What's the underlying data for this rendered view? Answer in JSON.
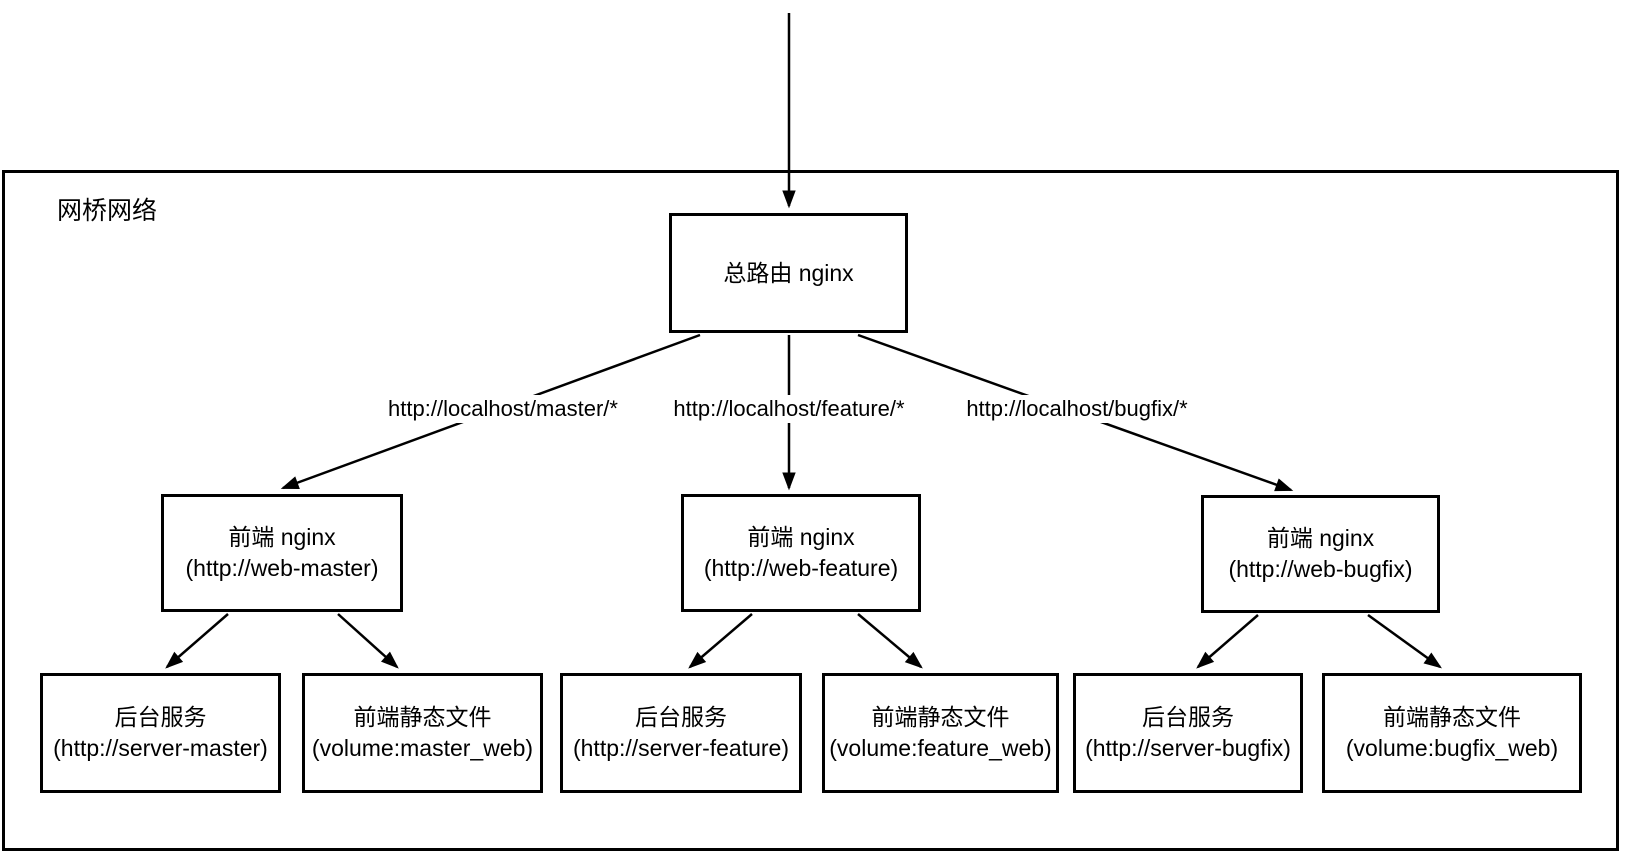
{
  "diagram": {
    "container_label": "网桥网络",
    "root": {
      "title": "总路由 nginx"
    },
    "edge_labels": {
      "master": "http://localhost/master/*",
      "feature": "http://localhost/feature/*",
      "bugfix": "http://localhost/bugfix/*"
    },
    "frontends": [
      {
        "title": "前端 nginx",
        "subtitle": "(http://web-master)"
      },
      {
        "title": "前端 nginx",
        "subtitle": "(http://web-feature)"
      },
      {
        "title": "前端 nginx",
        "subtitle": "(http://web-bugfix)"
      }
    ],
    "leaves": [
      {
        "title": "后台服务",
        "subtitle": "(http://server-master)"
      },
      {
        "title": "前端静态文件",
        "subtitle": "(volume:master_web)"
      },
      {
        "title": "后台服务",
        "subtitle": "(http://server-feature)"
      },
      {
        "title": "前端静态文件",
        "subtitle": "(volume:feature_web)"
      },
      {
        "title": "后台服务",
        "subtitle": "(http://server-bugfix)"
      },
      {
        "title": "前端静态文件",
        "subtitle": "(volume:bugfix_web)"
      }
    ],
    "colors": {
      "line": "#000000",
      "node_border": "#000000",
      "node_bg": "#ffffff",
      "background": "#ffffff"
    }
  }
}
